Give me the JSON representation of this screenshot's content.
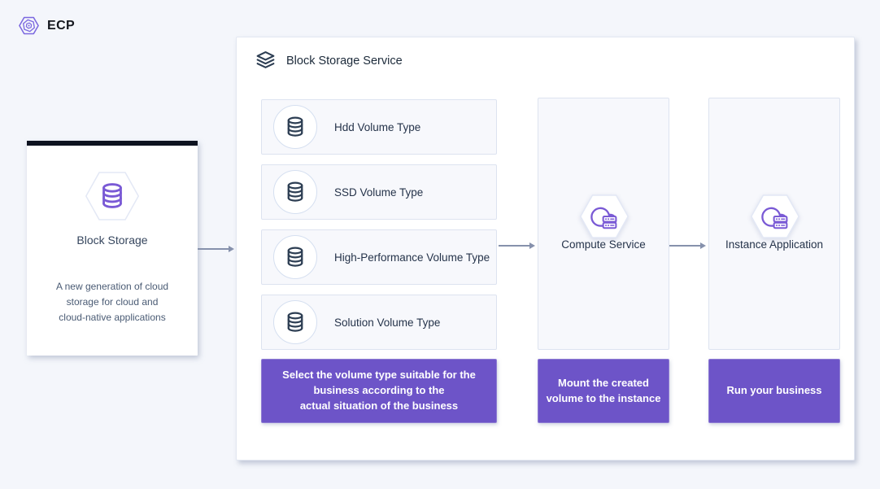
{
  "logo": {
    "text": "ECP"
  },
  "left_card": {
    "title": "Block Storage",
    "description": "A new generation of cloud\nstorage for cloud and\ncloud-native applications"
  },
  "panel": {
    "title": "Block Storage Service",
    "volume_types": [
      {
        "label": "Hdd Volume Type"
      },
      {
        "label": "SSD Volume Type"
      },
      {
        "label": "High-Performance Volume Type"
      },
      {
        "label": "Solution Volume Type"
      }
    ],
    "volume_banner": "Select the volume type suitable for the\nbusiness according to the\nactual situation of the business",
    "compute": {
      "label": "Compute Service",
      "banner": "Mount the created\nvolume to the  instance"
    },
    "instance": {
      "label": "Instance Application",
      "banner": "Run your business"
    }
  },
  "icons": {
    "logo": "ecp-hexagon-spiral-icon",
    "header": "layers-stack-icon",
    "volume": "database-icon",
    "storage": "database-icon",
    "compute": "cloud-server-icon"
  },
  "colors": {
    "page_background": "#f4f6fb",
    "panel_background": "#ffffff",
    "card_background": "#f7f8fc",
    "accent_purple": "#6d54c8",
    "icon_purple": "#7a5ad5",
    "icon_navy": "#2d3e53",
    "arrow_gray": "#8691ac",
    "card_top_bar": "#0e1320"
  }
}
